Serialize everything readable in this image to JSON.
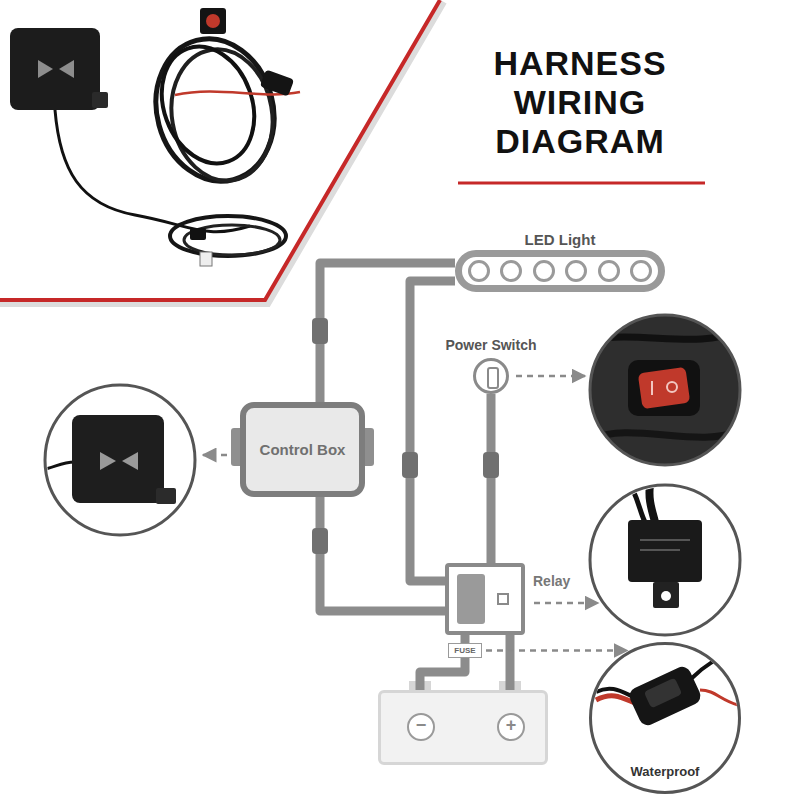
{
  "diagram": {
    "title": "HARNESS WIRING DIAGRAM",
    "nodes": [
      {
        "text": [
          "LED Light"
        ]
      },
      {
        "text": [
          "Power Switch"
        ]
      },
      {
        "text": [
          "Control Box"
        ]
      },
      {
        "text": [
          "Relay"
        ]
      },
      {
        "text": [
          "FUSE"
        ]
      },
      {
        "text": [
          "−",
          "+"
        ]
      },
      {
        "text": [
          "Waterproof"
        ]
      }
    ],
    "edges": [
      {
        "from": 0,
        "to": 2,
        "arrow": "none"
      },
      {
        "from": 0,
        "to": 3,
        "arrow": "none"
      },
      {
        "from": 1,
        "to": 3,
        "arrow": "none"
      },
      {
        "from": 2,
        "to": 3,
        "arrow": "none"
      },
      {
        "from": 3,
        "to": 4,
        "arrow": "none"
      },
      {
        "from": 4,
        "to": 5,
        "arrow": "none"
      },
      {
        "from": 3,
        "to": 5,
        "arrow": "none"
      },
      {
        "from": 4,
        "to": 6,
        "arrow": "to"
      }
    ]
  }
}
